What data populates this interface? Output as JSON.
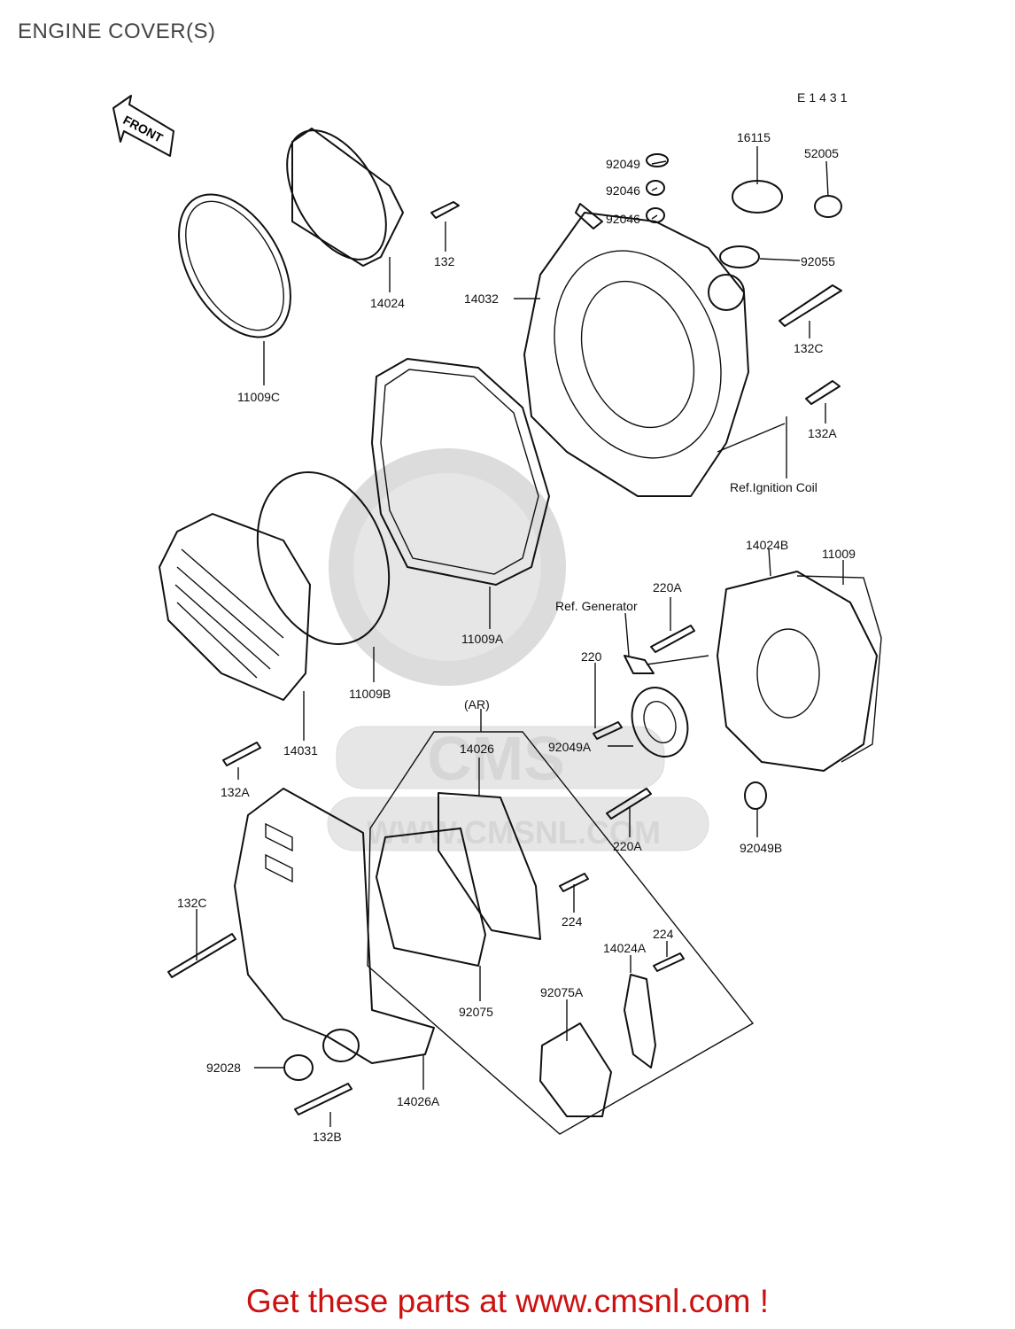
{
  "page": {
    "title": "ENGINE COVER(S)",
    "diagram_code": "E1431",
    "footer": "Get these parts at www.cmsnl.com !"
  },
  "watermark": {
    "brand": "CMS",
    "url": "WWW.CMSNL.COM"
  },
  "front_badge": "FRONT",
  "group_label": "(AR)",
  "callouts": [
    "92049",
    "92046",
    "92046",
    "16115",
    "52005",
    "92055",
    "132",
    "14024",
    "14032",
    "11009C",
    "132C",
    "132A",
    "Ref.Ignition Coil",
    "14024B",
    "11009",
    "Ref. Generator",
    "220A",
    "220",
    "11009A",
    "11009B",
    "14031",
    "92049A",
    "132A",
    "14026",
    "220A",
    "92049B",
    "224",
    "224",
    "14024A",
    "132C",
    "92075",
    "92075A",
    "92028",
    "14026A",
    "132B"
  ],
  "colors": {
    "footer_text": "#cc1111",
    "line_art": "#111111",
    "watermark": "#e6e6e6"
  }
}
